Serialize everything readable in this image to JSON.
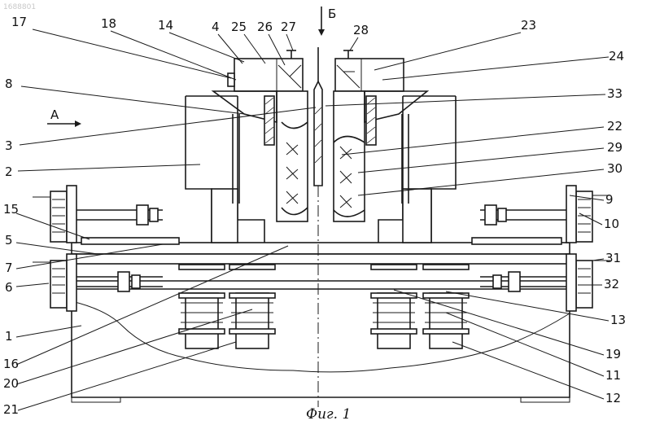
{
  "watermark": "1688801",
  "caption": "Фиг. 1",
  "view_a": "A",
  "view_b": "Б",
  "labels": {
    "l17": "17",
    "l18": "18",
    "l14": "14",
    "l4": "4",
    "l25": "25",
    "l26": "26",
    "l27": "27",
    "l28": "28",
    "l23": "23",
    "l24": "24",
    "l8": "8",
    "l33": "33",
    "l3": "3",
    "l22": "22",
    "l2": "2",
    "l29": "29",
    "l30": "30",
    "l9": "9",
    "l15": "15",
    "l10": "10",
    "l5": "5",
    "l31": "31",
    "l7": "7",
    "l6": "6",
    "l32": "32",
    "l1": "1",
    "l13": "13",
    "l16": "16",
    "l19": "19",
    "l20": "20",
    "l11": "11",
    "l21": "21",
    "l12": "12"
  }
}
